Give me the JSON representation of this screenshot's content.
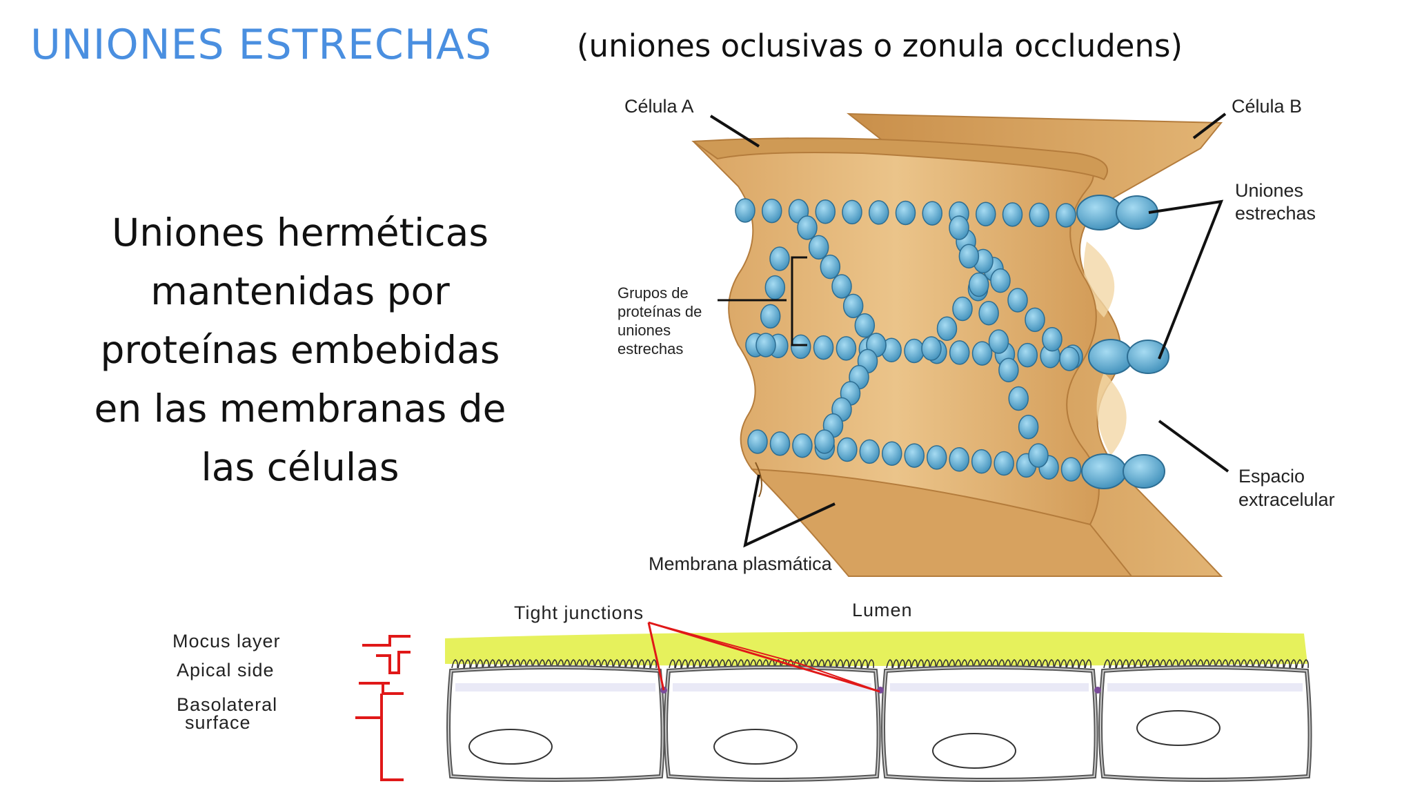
{
  "title": "UNIONES ESTRECHAS",
  "subtitle": "(uniones oclusivas o zonula occludens)",
  "body_lines": [
    "Uniones herméticas",
    "mantenidas por",
    "proteínas embebidas",
    "en las membranas de",
    "las células"
  ],
  "top_diagram": {
    "cell_a": "Célula A",
    "cell_b": "Célula B",
    "uniones": [
      "Uniones",
      "estrechas"
    ],
    "grupos": [
      "Grupos de",
      "proteínas de",
      "uniones",
      "estrechas"
    ],
    "espacio": [
      "Espacio",
      "extracelular"
    ],
    "membrana": "Membrana plasmática"
  },
  "bottom_diagram": {
    "tight_junctions": "Tight junctions",
    "lumen": "Lumen",
    "mucus_layer": "Mocus layer",
    "apical_side": "Apical side",
    "basolateral": [
      "Basolateral",
      "surface"
    ]
  },
  "colors": {
    "title": "#4a8fe0",
    "membrane": "#e3b676",
    "membrane_dark": "#c9954f",
    "protein": "#5fb0d8",
    "mucus": "#e3f04a",
    "bracket_red": "#e01818"
  }
}
